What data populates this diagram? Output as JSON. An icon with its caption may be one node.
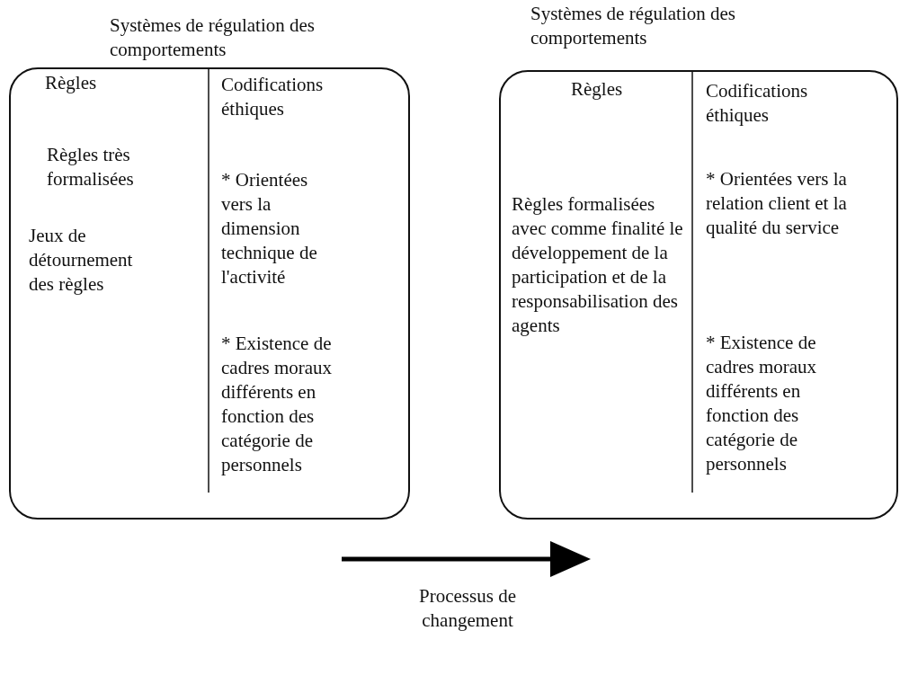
{
  "diagram": {
    "nodes": [
      {
        "text": [
          "Systèmes de régulation des comportements",
          "Règles",
          "Règles très formalisées",
          "Jeux de détournement des règles",
          "Codifications éthiques",
          "* Orientées vers la dimension technique de l'activité",
          "* Existence de cadres moraux différents en fonction des catégorie de personnels"
        ]
      },
      {
        "text": [
          "Systèmes de régulation des comportements",
          "Règles",
          "Règles formalisées avec comme finalité le développement de la participation et de la responsabilisation des agents",
          "Codifications éthiques",
          "* Orientées vers la relation client et la qualité du service",
          "* Existence de cadres moraux différents en fonction des catégorie de personnels"
        ]
      }
    ],
    "labels": [
      "Processus de changement"
    ]
  }
}
